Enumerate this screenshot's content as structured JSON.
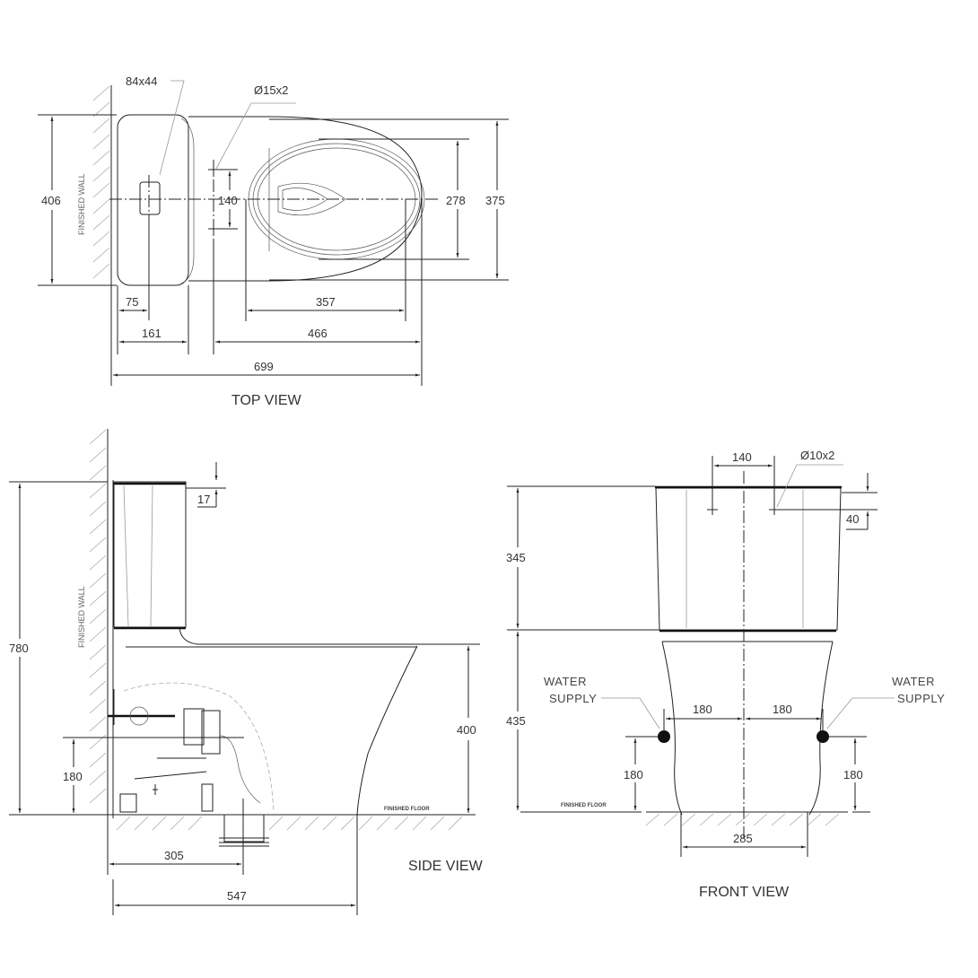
{
  "top_view": {
    "title": "TOP VIEW",
    "wall_label": "FINISHED WALL",
    "callouts": {
      "outlet": "84x44",
      "holes": "Ø15x2"
    },
    "dims": {
      "depth_total": "406",
      "hole_spacing": "140",
      "bowl_inner_width": "278",
      "bowl_outer_width": "375",
      "wall_to_outlet": "75",
      "wall_to_tank_front": "161",
      "bowl_opening_length": "357",
      "holes_to_front": "466",
      "overall_length": "699"
    }
  },
  "side_view": {
    "title": "SIDE VIEW",
    "wall_label": "FINISHED WALL",
    "floor_label": "FINISHED FLOOR",
    "dims": {
      "overall_height": "780",
      "lid_offset": "17",
      "seat_height": "400",
      "supply_height": "180",
      "wall_to_outlet": "305",
      "overall_length": "547"
    }
  },
  "front_view": {
    "title": "FRONT VIEW",
    "floor_label": "FINISHED FLOOR",
    "callouts": {
      "holes": "Ø10x2",
      "supply_left": [
        "WATER",
        "SUPPLY"
      ],
      "supply_right": [
        "WATER",
        "SUPPLY"
      ]
    },
    "dims": {
      "hole_spacing": "140",
      "hole_offset": "40",
      "tank_height": "345",
      "bowl_height": "435",
      "supply_left_offset": "180",
      "supply_right_offset": "180",
      "supply_left_height": "180",
      "supply_right_height": "180",
      "base_width": "285"
    }
  }
}
